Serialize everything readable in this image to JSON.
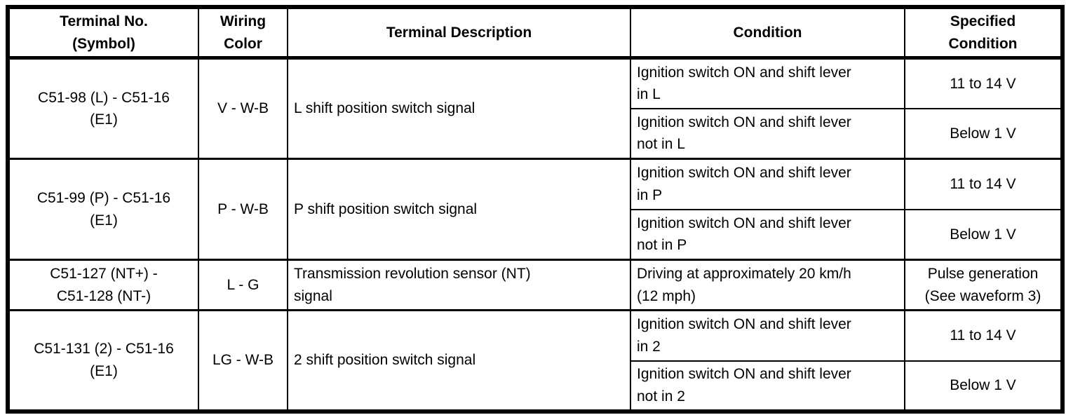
{
  "table": {
    "headers": {
      "terminal": "Terminal No.\n(Symbol)",
      "wiring": "Wiring\nColor",
      "description": "Terminal Description",
      "condition": "Condition",
      "specified": "Specified\nCondition"
    },
    "rows": [
      {
        "terminal": "C51-98 (L) - C51-16\n(E1)",
        "wiring": "V - W-B",
        "description": "L shift position switch signal",
        "conditions": [
          {
            "condition": "Ignition switch ON and shift lever\nin L",
            "specified": "11 to 14 V"
          },
          {
            "condition": "Ignition switch ON and shift lever\nnot in L",
            "specified": "Below 1 V"
          }
        ]
      },
      {
        "terminal": "C51-99 (P) - C51-16\n(E1)",
        "wiring": "P - W-B",
        "description": "P shift position switch signal",
        "conditions": [
          {
            "condition": "Ignition switch ON and shift lever\nin P",
            "specified": "11 to 14 V"
          },
          {
            "condition": "Ignition switch ON and shift lever\nnot in P",
            "specified": "Below 1 V"
          }
        ]
      },
      {
        "terminal": "C51-127 (NT+) -\nC51-128 (NT-)",
        "wiring": "L - G",
        "description": "Transmission revolution sensor (NT)\nsignal",
        "conditions": [
          {
            "condition": "Driving at approximately 20 km/h\n(12 mph)",
            "specified": "Pulse generation\n(See waveform 3)"
          }
        ]
      },
      {
        "terminal": "C51-131 (2) - C51-16\n(E1)",
        "wiring": "LG - W-B",
        "description": "2 shift position switch signal",
        "conditions": [
          {
            "condition": "Ignition switch ON and shift lever\nin 2",
            "specified": "11 to 14 V"
          },
          {
            "condition": "Ignition switch ON and shift lever\nnot in 2",
            "specified": "Below 1 V"
          }
        ]
      }
    ]
  },
  "colors": {
    "border": "#000000",
    "text": "#000000",
    "background": "#ffffff"
  }
}
